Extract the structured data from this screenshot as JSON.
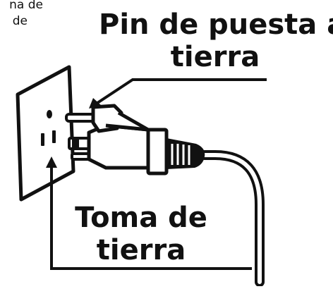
{
  "labels": {
    "fragment_line1": "na de",
    "fragment_line2": "de",
    "pin_line1": "Pin de puesta a",
    "pin_line2": "tierra",
    "socket_line1": "Toma de",
    "socket_line2": "tierra"
  },
  "colors": {
    "ink": "#111111",
    "fill": "#ffffff"
  }
}
